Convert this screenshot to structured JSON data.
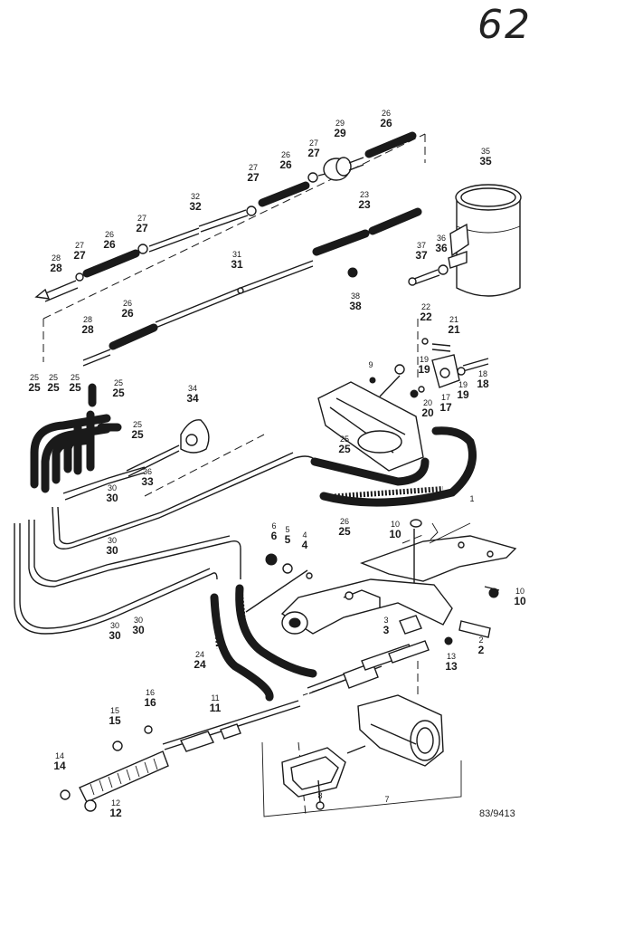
{
  "page_number": "62",
  "reference": "83/9413",
  "callouts": [
    {
      "id": "c26a",
      "a": "26",
      "b": "26"
    },
    {
      "id": "c29",
      "a": "29",
      "b": "29"
    },
    {
      "id": "c26b",
      "a": "26",
      "b": "26"
    },
    {
      "id": "c27a",
      "a": "27",
      "b": "27"
    },
    {
      "id": "c27b",
      "a": "27",
      "b": "27"
    },
    {
      "id": "c32",
      "a": "32",
      "b": "32"
    },
    {
      "id": "c23",
      "a": "23",
      "b": "23"
    },
    {
      "id": "c27c",
      "a": "27",
      "b": "27"
    },
    {
      "id": "c26c",
      "a": "26",
      "b": "26"
    },
    {
      "id": "c27d",
      "a": "27",
      "b": "27"
    },
    {
      "id": "c28a",
      "a": "28",
      "b": "28"
    },
    {
      "id": "c31",
      "a": "31",
      "b": "31"
    },
    {
      "id": "c35",
      "a": "35",
      "b": "35"
    },
    {
      "id": "c36",
      "a": "36",
      "b": "36"
    },
    {
      "id": "c37",
      "a": "37",
      "b": "37"
    },
    {
      "id": "c38",
      "a": "38",
      "b": "38"
    },
    {
      "id": "c26d",
      "a": "26",
      "b": "26"
    },
    {
      "id": "c28b",
      "a": "28",
      "b": "28"
    },
    {
      "id": "c22",
      "a": "22",
      "b": "22"
    },
    {
      "id": "c21",
      "a": "21",
      "b": "21"
    },
    {
      "id": "c9",
      "a": "9",
      "b": ""
    },
    {
      "id": "c19a",
      "a": "19",
      "b": "19"
    },
    {
      "id": "c18",
      "a": "18",
      "b": "18"
    },
    {
      "id": "c19b",
      "a": "19",
      "b": "19"
    },
    {
      "id": "c17",
      "a": "17",
      "b": "17"
    },
    {
      "id": "c20",
      "a": "20",
      "b": "20"
    },
    {
      "id": "c25a",
      "a": "25",
      "b": "25"
    },
    {
      "id": "c25b",
      "a": "25",
      "b": "25"
    },
    {
      "id": "c25c",
      "a": "25",
      "b": "25"
    },
    {
      "id": "c25d",
      "a": "25",
      "b": "25"
    },
    {
      "id": "c34",
      "a": "34",
      "b": "34"
    },
    {
      "id": "c25e",
      "a": "25",
      "b": "25"
    },
    {
      "id": "c25f",
      "a": "25",
      "b": "25"
    },
    {
      "id": "c33",
      "a": "36",
      "b": "33"
    },
    {
      "id": "c30a",
      "a": "30",
      "b": "30"
    },
    {
      "id": "c26e",
      "a": "26",
      "b": "25"
    },
    {
      "id": "c1",
      "a": "1",
      "b": ""
    },
    {
      "id": "c10a",
      "a": "10",
      "b": "10"
    },
    {
      "id": "c6",
      "a": "6",
      "b": "6"
    },
    {
      "id": "c5",
      "a": "5",
      "b": "5"
    },
    {
      "id": "c4",
      "a": "4",
      "b": "4"
    },
    {
      "id": "c30b",
      "a": "30",
      "b": "30"
    },
    {
      "id": "c10b",
      "a": "10",
      "b": "10"
    },
    {
      "id": "c30c",
      "a": "30",
      "b": "30"
    },
    {
      "id": "c3",
      "a": "3",
      "b": "3"
    },
    {
      "id": "c30d",
      "a": "30",
      "b": "30"
    },
    {
      "id": "c2",
      "a": "2",
      "b": "2"
    },
    {
      "id": "c13",
      "a": "13",
      "b": "13"
    },
    {
      "id": "c24",
      "a": "24",
      "b": "24"
    },
    {
      "id": "c16",
      "a": "16",
      "b": "16"
    },
    {
      "id": "c11",
      "a": "11",
      "b": "11"
    },
    {
      "id": "c15",
      "a": "15",
      "b": "15"
    },
    {
      "id": "c14",
      "a": "14",
      "b": "14"
    },
    {
      "id": "c12",
      "a": "12",
      "b": "12"
    },
    {
      "id": "c8",
      "a": "8",
      "b": ""
    },
    {
      "id": "c7",
      "a": "7",
      "b": ""
    }
  ]
}
